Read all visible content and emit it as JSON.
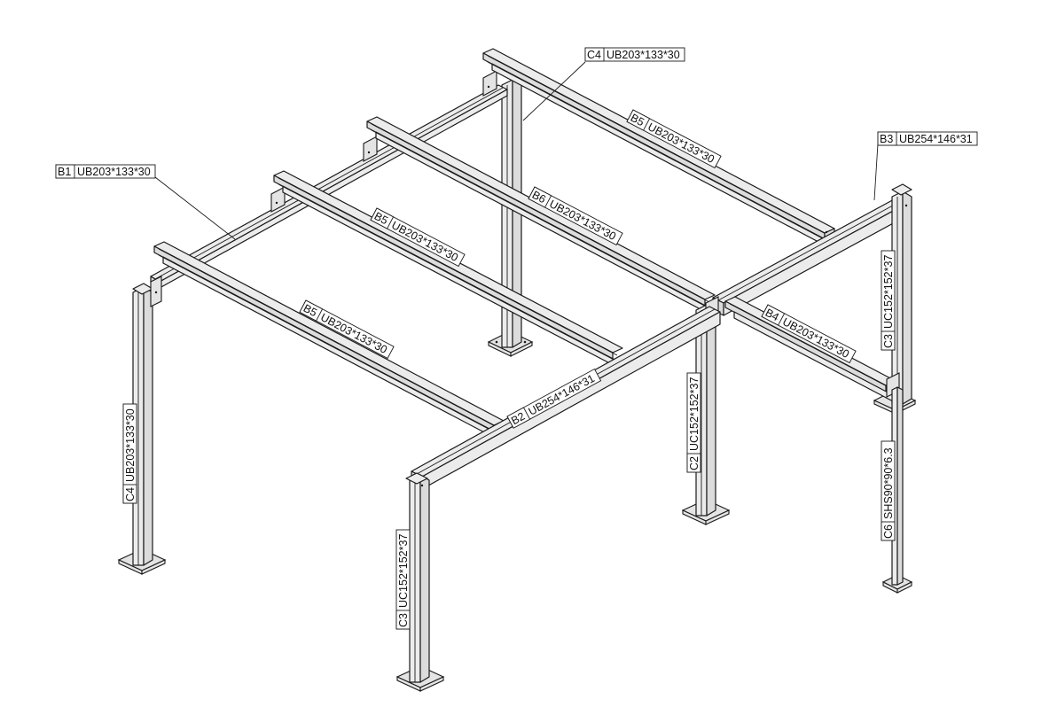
{
  "labels": {
    "c4_top": {
      "tag": "C4",
      "section": "UB203*133*30"
    },
    "b5_top": {
      "tag": "B5",
      "section": "UB203*133*30"
    },
    "b3": {
      "tag": "B3",
      "section": "UB254*146*31"
    },
    "b1": {
      "tag": "B1",
      "section": "UB203*133*30"
    },
    "b6": {
      "tag": "B6",
      "section": "UB203*133*30"
    },
    "b5_mid": {
      "tag": "B5",
      "section": "UB203*133*30"
    },
    "b5_front": {
      "tag": "B5",
      "section": "UB203*133*30"
    },
    "b4": {
      "tag": "B4",
      "section": "UB203*133*30"
    },
    "b2": {
      "tag": "B2",
      "section": "UB254*146*31"
    },
    "c3_right": {
      "tag": "C3",
      "section": "UC152*152*37"
    },
    "c2": {
      "tag": "C2",
      "section": "UC152*152*37"
    },
    "c4_left": {
      "tag": "C4",
      "section": "UB203*133*30"
    },
    "c3_front": {
      "tag": "C3",
      "section": "UC152*152*37"
    },
    "c6": {
      "tag": "C6",
      "section": "SHS90*90*6.3"
    }
  }
}
